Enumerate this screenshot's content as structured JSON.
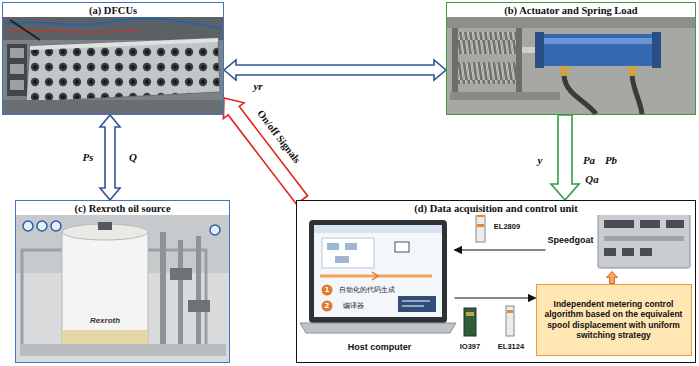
{
  "diagram": {
    "nodes": [
      {
        "text": [
          "(a) DFCUs"
        ]
      },
      {
        "text": [
          "(b) Actuator and Spring Load"
        ]
      },
      {
        "text": [
          "(c) Rexroth oil source"
        ]
      },
      {
        "text": [
          "(d) Data acquisition and control unit"
        ]
      },
      {
        "text": [
          "Host computer"
        ],
        "in": 3
      },
      {
        "text": [
          "Speedgoat"
        ],
        "in": 3
      },
      {
        "text": [
          "Independent metering control algorithm based on the equivalent spool displacement with uniform switching strategy"
        ],
        "in": 3
      }
    ],
    "edges": [
      {
        "from": 0,
        "to": 1,
        "arrow": "both"
      },
      {
        "from": 0,
        "to": 2,
        "arrow": "both"
      },
      {
        "from": 3,
        "to": 0,
        "arrow": "to",
        "label": "On/off Signals"
      },
      {
        "from": 1,
        "to": 3,
        "arrow": "to"
      },
      {
        "from": 5,
        "to": 4,
        "arrow": "to"
      },
      {
        "from": 4,
        "to": 6,
        "arrow": "to"
      },
      {
        "from": 6,
        "to": 5,
        "arrow": "to"
      }
    ],
    "labels": [
      "Ps",
      "Q",
      "yr",
      "y",
      "Pa",
      "Pb",
      "Qa",
      "EL2809",
      "IO397",
      "EL3124",
      "Rexroth",
      "1",
      "自动化的代码生成",
      "2",
      "编译器"
    ]
  }
}
